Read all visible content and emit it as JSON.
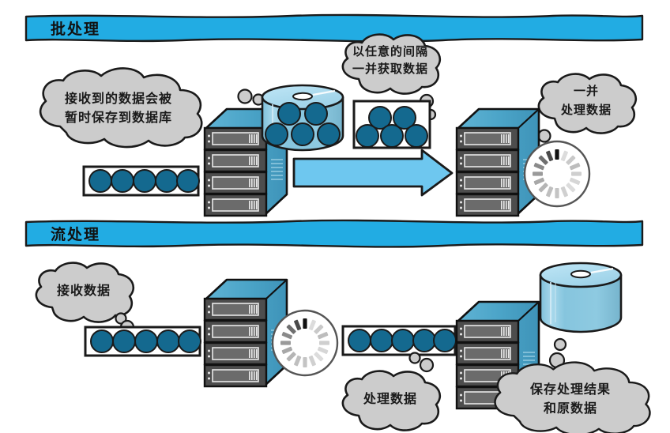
{
  "diagram": {
    "title_visible": false,
    "palette": {
      "band_blue": "#22ace3",
      "arrow_blue": "#6ec7ef",
      "server_front": "#4aa3c7",
      "server_top": "#8fcbe2",
      "server_unit": "#4d4d4d",
      "data_circle": "#14698f",
      "db_body": "#8fc9e0",
      "db_top": "#aadcf0",
      "cloud_fill": "#cccccc",
      "outline": "#1a1a1a",
      "spinner_dark": "#111111",
      "spinner_light": "#d8d8d8",
      "page_bg": "#ffffff"
    }
  },
  "sections": [
    {
      "id": "batch",
      "header_label": "批处理",
      "bubbles": [
        {
          "id": "batch-receive",
          "lines": [
            "接收到的数据会被",
            "暂时保存到数据库"
          ]
        },
        {
          "id": "batch-fetch",
          "lines": [
            "以任意的间隔",
            "一并获取数据"
          ]
        },
        {
          "id": "batch-process",
          "lines": [
            "一并",
            "处理数据"
          ]
        }
      ],
      "queue": {
        "id": "batch-inbound-queue",
        "circle_count": 5,
        "layout": "row"
      },
      "batch_box": {
        "id": "batch-collected-box",
        "circle_count": 5,
        "layout": "2-over-3"
      },
      "database": {
        "id": "batch-database",
        "circle_count": 5,
        "layout": "2-over-3",
        "filled": true
      },
      "servers": [
        {
          "id": "batch-storage-server",
          "unit_count": 4
        },
        {
          "id": "batch-processing-server",
          "unit_count": 4
        }
      ],
      "arrow": {
        "id": "batch-transfer-arrow",
        "direction": "right"
      },
      "spinner": {
        "id": "batch-processing-spinner",
        "ticks": 16
      }
    },
    {
      "id": "stream",
      "header_label": "流处理",
      "bubbles": [
        {
          "id": "stream-receive",
          "lines": [
            "接收数据"
          ]
        },
        {
          "id": "stream-process",
          "lines": [
            "处理数据"
          ]
        },
        {
          "id": "stream-store",
          "lines": [
            "保存处理结果",
            "和原数据"
          ]
        }
      ],
      "queues": [
        {
          "id": "stream-inbound-queue",
          "circle_count": 5,
          "layout": "row"
        },
        {
          "id": "stream-outbound-queue",
          "circle_count": 5,
          "layout": "row"
        }
      ],
      "servers": [
        {
          "id": "stream-processing-server",
          "unit_count": 4
        },
        {
          "id": "stream-storage-server",
          "unit_count": 4
        }
      ],
      "database": {
        "id": "stream-database",
        "circle_count": 0,
        "layout": "empty",
        "filled": false
      },
      "spinner": {
        "id": "stream-processing-spinner",
        "ticks": 16
      }
    }
  ]
}
